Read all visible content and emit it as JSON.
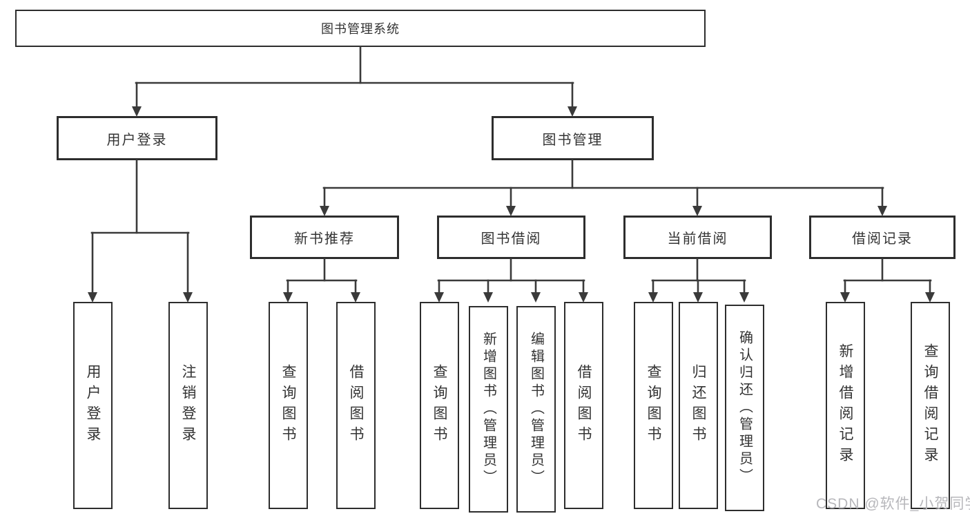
{
  "root": {
    "label": "图书管理系统"
  },
  "branches": {
    "user_login": {
      "label": "用户登录",
      "children": [
        {
          "label": "用户登录"
        },
        {
          "label": "注销登录"
        }
      ]
    },
    "book_mgmt": {
      "label": "图书管理",
      "sections": [
        {
          "label": "新书推荐",
          "children": [
            {
              "label": "查询图书"
            },
            {
              "label": "借阅图书"
            }
          ]
        },
        {
          "label": "图书借阅",
          "children": [
            {
              "label": "查询图书"
            },
            {
              "label": "新增图书（管理员）"
            },
            {
              "label": "编辑图书（管理员）"
            },
            {
              "label": "借阅图书"
            }
          ]
        },
        {
          "label": "当前借阅",
          "children": [
            {
              "label": "查询图书"
            },
            {
              "label": "归还图书"
            },
            {
              "label": "确认归还（管理员）"
            }
          ]
        },
        {
          "label": "借阅记录",
          "children": [
            {
              "label": "新增借阅记录"
            },
            {
              "label": "查询借阅记录"
            }
          ]
        }
      ]
    }
  },
  "watermark": "CSDN @软件_小贺同学",
  "colors": {
    "line": "#3a3a3a",
    "box_border": "#2d2d2d",
    "text": "#333333",
    "watermark": "#b7b7bb",
    "background": "#ffffff"
  }
}
